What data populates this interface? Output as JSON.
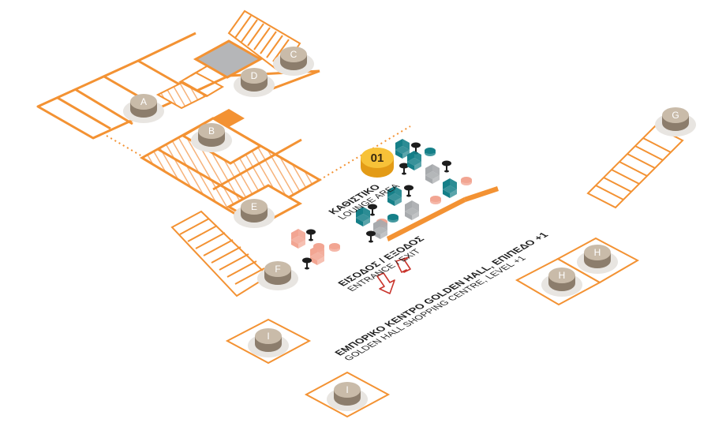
{
  "colors": {
    "orange": "#f39233",
    "hatch": "#f6b27a",
    "pin_top": "#c9bba9",
    "pin_side": "#8c7d6c",
    "pin_base": "#e8e5e1",
    "teal": "#157f88",
    "grey_chair": "#a7aaad",
    "pink": "#f2a592",
    "black_table": "#1d1d1d",
    "badge": "#f7c238",
    "arrow": "#c9352d",
    "elevator_fill": "#b5b6b8"
  },
  "badge": {
    "number": "01"
  },
  "labels": {
    "lounge": {
      "title": "ΚΑΘΙΣΤΙΚΟ",
      "subtitle": "LOUNGE AREA"
    },
    "entrance": {
      "title": "ΕΙΣΟΔΟΣ / ΕΞΟΔΟΣ",
      "subtitle": "ENTRANCE / EXIT"
    },
    "mall": {
      "title": "ΕΜΠΟΡΙΚΟ ΚΕΝΤΡΟ GOLDEN HALL, ΕΠΙΠΕΔΟ +1",
      "subtitle": "GOLDEN HALL SHOPPING CENTRE, LEVEL +1"
    }
  },
  "pins": [
    {
      "id": "A",
      "label": "A"
    },
    {
      "id": "B",
      "label": "B"
    },
    {
      "id": "C",
      "label": "C"
    },
    {
      "id": "D",
      "label": "D"
    },
    {
      "id": "E",
      "label": "E"
    },
    {
      "id": "F",
      "label": "F"
    },
    {
      "id": "G",
      "label": "G"
    },
    {
      "id": "H1",
      "label": "H"
    },
    {
      "id": "H2",
      "label": "H"
    },
    {
      "id": "I1",
      "label": "I"
    },
    {
      "id": "I2",
      "label": "I"
    }
  ],
  "icons": {
    "arrows": "entrance-exit-arrows-icon",
    "armchair": "armchair-icon",
    "table": "round-table-icon",
    "stool": "stool-icon",
    "stairs": "staircase-icon",
    "elevator": "elevator-shaft-icon"
  }
}
